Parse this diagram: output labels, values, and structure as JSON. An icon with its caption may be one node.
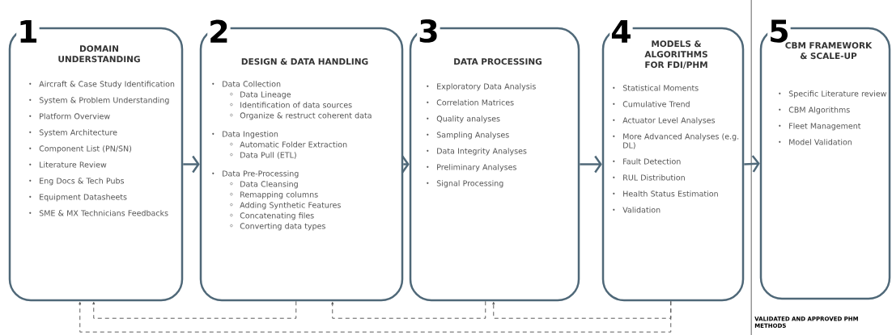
{
  "diagram": {
    "nodes": [
      {
        "text": [
          "1",
          "DOMAIN UNDERSTANDING",
          "Aircraft & Case Study Identification",
          "System & Problem Understanding",
          "Platform Overview",
          "System Architecture",
          "Component List (PN/SN)",
          "Literature Review",
          "Eng Docs & Tech Pubs",
          "Equipment Datasheets",
          "SME & MX Technicians Feedbacks"
        ]
      },
      {
        "text": [
          "2",
          "DESIGN & DATA HANDLING",
          "Data Collection",
          "Data Lineage",
          "Identification of data sources",
          "Organize & restruct coherent data",
          "Data Ingestion",
          "Automatic Folder Extraction",
          "Data Pull (ETL)",
          "Data Pre-Processing",
          "Data Cleansing",
          "Remapping columns",
          "Adding Synthetic Features",
          "Concatenating files",
          "Converting data types"
        ]
      },
      {
        "text": [
          "3",
          "DATA PROCESSING",
          "Exploratory Data Analysis",
          "Correlation Matrices",
          "Quality analyses",
          "Sampling Analyses",
          "Data Integrity Analyses",
          "Preliminary Analyses",
          "Signal Processing"
        ]
      },
      {
        "text": [
          "4",
          "MODELS & ALGORITHMS FOR FDI/PHM",
          "Statistical Moments",
          "Cumulative Trend",
          "Actuator Level Analyses",
          "More Advanced Analyses (e.g. DL)",
          "Fault Detection",
          "RUL Distribution",
          "Health Status Estimation",
          "Validation"
        ]
      },
      {
        "text": [
          "5",
          "CBM FRAMEWORK & SCALE-UP",
          "Specific Literature review",
          "CBM Algorithms",
          "Fleet Management",
          "Model Validation"
        ]
      }
    ],
    "edges": [
      {
        "from": 0,
        "to": 1,
        "arrow": "to"
      },
      {
        "from": 1,
        "to": 2,
        "arrow": "to"
      },
      {
        "from": 2,
        "to": 3,
        "arrow": "to"
      },
      {
        "from": 3,
        "to": 4,
        "arrow": "to"
      },
      {
        "from": 1,
        "to": 0,
        "arrow": "to",
        "style": "dashed"
      },
      {
        "from": 2,
        "to": 1,
        "arrow": "to",
        "style": "dashed"
      },
      {
        "from": 3,
        "to": 2,
        "arrow": "to",
        "style": "dashed"
      },
      {
        "from": 3,
        "to": 0,
        "arrow": "to",
        "style": "dashed"
      }
    ],
    "labels": [
      "VALIDATED AND APPROVED PHM METHODS"
    ]
  }
}
